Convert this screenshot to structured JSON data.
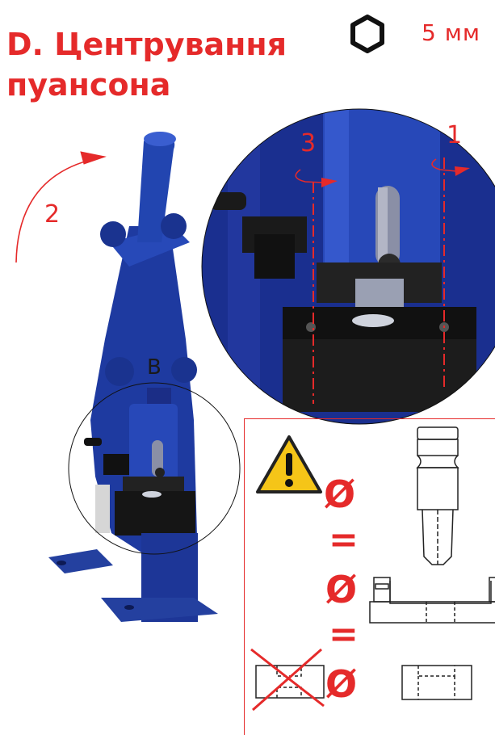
{
  "title": {
    "line1": "D. Центрування",
    "line2": "пуансона"
  },
  "tool": {
    "icon": "hex-key-icon",
    "size": "5 мм"
  },
  "steps": {
    "s1": "1",
    "s2": "2",
    "s3": "3"
  },
  "part_label": "B",
  "warning": {
    "icon": "warning-triangle-icon",
    "diameter_symbol": "Ø",
    "equals_symbol": "="
  },
  "colors": {
    "accent": "#e52a2a",
    "machine_blue": "#1e3aa0",
    "warning_yellow": "#f5c518"
  }
}
